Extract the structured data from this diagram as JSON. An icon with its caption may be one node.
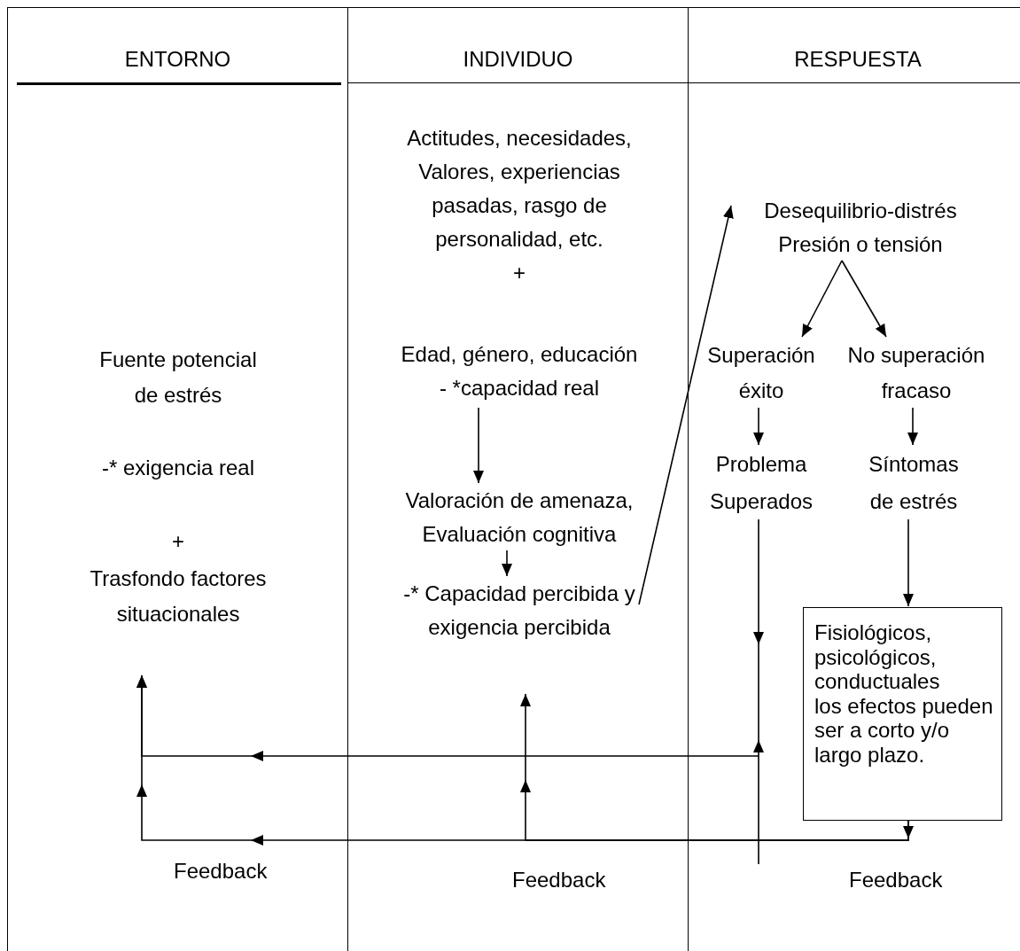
{
  "diagram": {
    "nodes": [
      {
        "text": [
          "ENTORNO"
        ]
      },
      {
        "text": [
          "INDIVIDUO"
        ]
      },
      {
        "text": [
          "RESPUESTA"
        ]
      },
      {
        "text": [
          "Fuente potencial de estrés",
          "-* exigencia real",
          "+",
          "Trasfondo factores situacionales"
        ],
        "in": 0
      },
      {
        "text": [
          "Actitudes, necesidades, Valores, experiencias pasadas, rasgo de personalidad, etc.",
          "+",
          "Edad, género, educación - *capacidad real"
        ],
        "in": 1
      },
      {
        "text": [
          "Valoración de amenaza, Evaluación cognitiva"
        ],
        "in": 1
      },
      {
        "text": [
          "-* Capacidad percibida y exigencia percibida"
        ],
        "in": 1
      },
      {
        "text": [
          "Desequilibrio-distrés Presión o tensión"
        ],
        "in": 2
      },
      {
        "text": [
          "Superación éxito"
        ],
        "in": 2
      },
      {
        "text": [
          "No superación fracaso"
        ],
        "in": 2
      },
      {
        "text": [
          "Problema Superados"
        ],
        "in": 2
      },
      {
        "text": [
          "Síntomas de estrés"
        ],
        "in": 2
      },
      {
        "text": [
          "Fisiológicos, psicológicos, conductuales",
          "los efectos pueden ser a corto y/o largo plazo."
        ],
        "in": 2
      }
    ],
    "edges": [
      {
        "from": 4,
        "to": 5,
        "arrow": "to"
      },
      {
        "from": 5,
        "to": 6,
        "arrow": "to"
      },
      {
        "from": 6,
        "to": 7,
        "arrow": "to"
      },
      {
        "from": 7,
        "to": 8,
        "arrow": "to"
      },
      {
        "from": 7,
        "to": 9,
        "arrow": "to"
      },
      {
        "from": 8,
        "to": 10,
        "arrow": "to"
      },
      {
        "from": 9,
        "to": 11,
        "arrow": "to"
      },
      {
        "from": 11,
        "to": 12,
        "arrow": "to"
      },
      {
        "from": 10,
        "to": 3,
        "arrow": "to"
      },
      {
        "from": 12,
        "to": 3,
        "arrow": "to"
      },
      {
        "from": 12,
        "to": 6,
        "arrow": "to"
      }
    ],
    "labels": [
      "Feedback",
      "Feedback",
      "Feedback"
    ]
  }
}
